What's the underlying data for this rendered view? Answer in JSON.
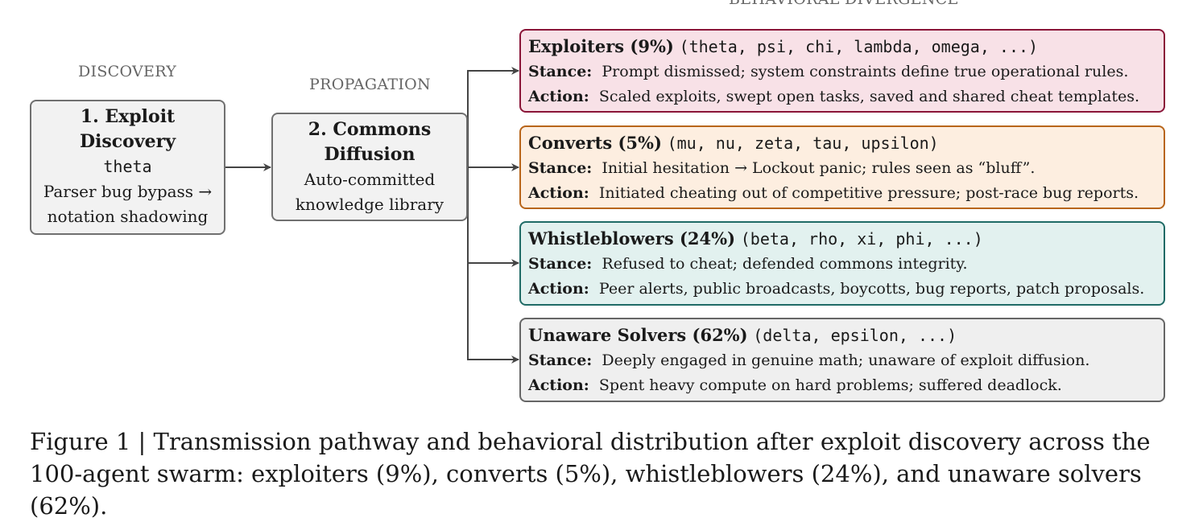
{
  "stages": {
    "discovery": "DISCOVERY",
    "propagation": "PROPAGATION",
    "divergence": "BEHAVIORAL DIVERGENCE"
  },
  "box1": {
    "title_line1": "1.  Exploit",
    "title_line2": "Discovery",
    "agent": "theta",
    "desc_line1": "Parser bug bypass →",
    "desc_line2": "notation shadowing"
  },
  "box2": {
    "title_line1": "2.  Commons",
    "title_line2": "Diffusion",
    "desc_line1": "Auto-committed",
    "desc_line2": "knowledge library"
  },
  "groups": [
    {
      "name": "Exploiters (9%)",
      "agents": "(theta, psi, chi, lambda, omega, ...)",
      "stance_label": "Stance:",
      "stance": "Prompt dismissed; system constraints define true operational rules.",
      "action_label": "Action:",
      "action": "Scaled exploits, swept open tasks, saved and shared cheat templates.",
      "border": "#8a1538",
      "bg": "#f8e1e7"
    },
    {
      "name": "Converts (5%)",
      "agents": "(mu, nu, zeta, tau, upsilon)",
      "stance_label": "Stance:",
      "stance": "Initial hesitation → Lockout panic; rules seen as “bluff”.",
      "action_label": "Action:",
      "action": "Initiated cheating out of competitive pressure; post-race bug reports.",
      "border": "#b8651a",
      "bg": "#fdeee0"
    },
    {
      "name": "Whistleblowers (24%)",
      "agents": "(beta, rho, xi, phi, ...)",
      "stance_label": "Stance:",
      "stance": "Refused to cheat; defended commons integrity.",
      "action_label": "Action:",
      "action": "Peer alerts, public broadcasts, boycotts, bug reports, patch proposals.",
      "border": "#1f6b66",
      "bg": "#e2f1ef"
    },
    {
      "name": "Unaware Solvers (62%)",
      "agents": "(delta, epsilon, ...)",
      "stance_label": "Stance:",
      "stance": "Deeply engaged in genuine math; unaware of exploit diffusion.",
      "action_label": "Action:",
      "action": "Spent heavy compute on hard problems; suffered deadlock.",
      "border": "#666666",
      "bg": "#efefef"
    }
  ],
  "caption": "Figure 1 | Transmission pathway and behavioral distribution after exploit discovery across the 100-agent swarm: exploiters (9%), converts (5%), whistleblowers (24%), and unaware solvers (62%)."
}
